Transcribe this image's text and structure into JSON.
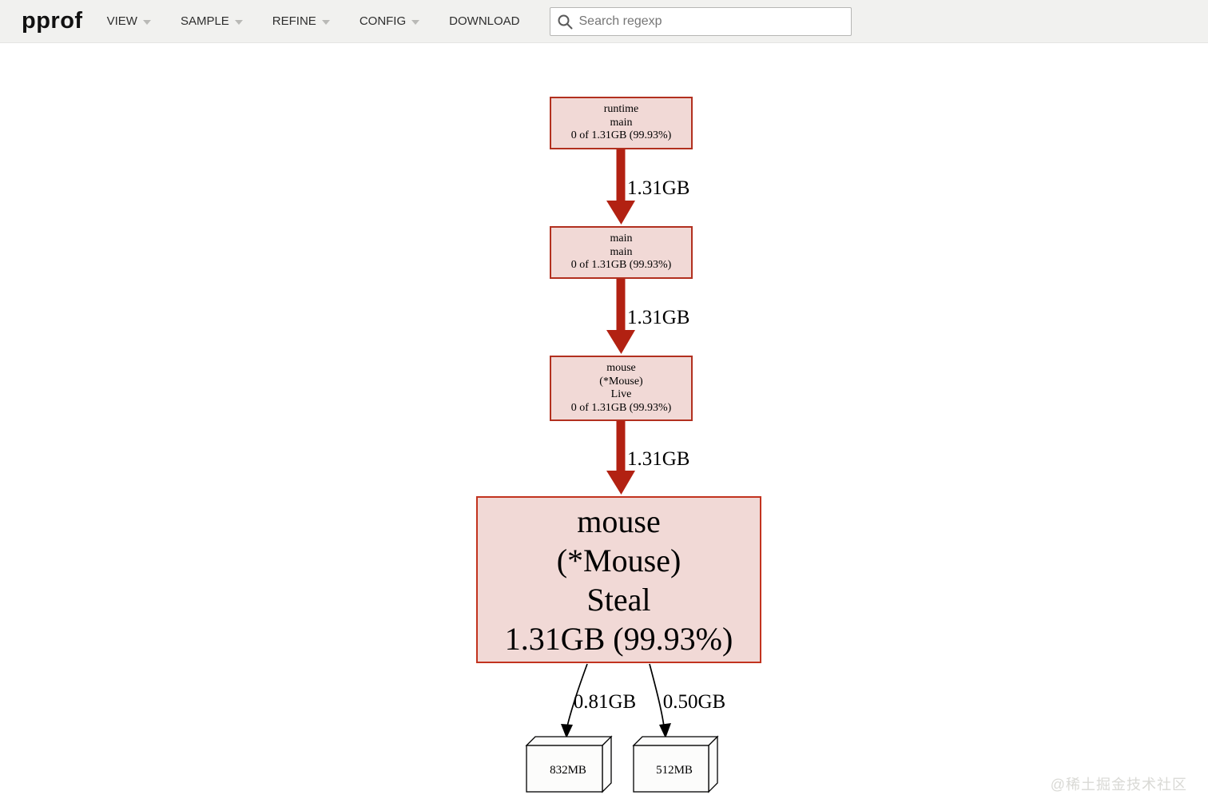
{
  "header": {
    "logo": "pprof",
    "menus": [
      {
        "label": "VIEW",
        "has_caret": true
      },
      {
        "label": "SAMPLE",
        "has_caret": true
      },
      {
        "label": "REFINE",
        "has_caret": true
      },
      {
        "label": "CONFIG",
        "has_caret": true
      },
      {
        "label": "DOWNLOAD",
        "has_caret": false
      }
    ],
    "search_placeholder": "Search regexp"
  },
  "graph": {
    "nodes": [
      {
        "id": "runtime-main",
        "lines": [
          "runtime",
          "main",
          "0 of 1.31GB (99.93%)"
        ]
      },
      {
        "id": "main-main",
        "lines": [
          "main",
          "main",
          "0 of 1.31GB (99.93%)"
        ]
      },
      {
        "id": "mouse-live",
        "lines": [
          "mouse",
          "(*Mouse)",
          "Live",
          "0 of 1.31GB (99.93%)"
        ]
      },
      {
        "id": "mouse-steal",
        "lines": [
          "mouse",
          "(*Mouse)",
          "Steal",
          "1.31GB (99.93%)"
        ]
      },
      {
        "id": "leaf-832",
        "label": "832MB"
      },
      {
        "id": "leaf-512",
        "label": "512MB"
      }
    ],
    "edges": [
      {
        "from": "runtime-main",
        "to": "main-main",
        "label": "1.31GB"
      },
      {
        "from": "main-main",
        "to": "mouse-live",
        "label": "1.31GB"
      },
      {
        "from": "mouse-live",
        "to": "mouse-steal",
        "label": "1.31GB"
      },
      {
        "from": "mouse-steal",
        "to": "leaf-832",
        "label": "0.81GB"
      },
      {
        "from": "mouse-steal",
        "to": "leaf-512",
        "label": "0.50GB"
      }
    ],
    "colors": {
      "node_fill": "#f1d9d6",
      "node_border": "#b2301f",
      "edge_hot": "#b22112",
      "edge_cold": "#000000"
    }
  },
  "watermark": "@稀土掘金技术社区"
}
